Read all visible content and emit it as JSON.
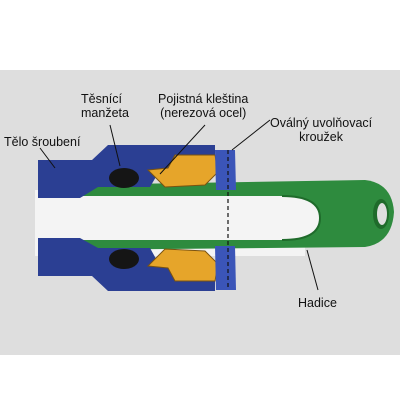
{
  "labels": {
    "body": "Tělo šroubení",
    "seal": [
      "Těsnící",
      "manžeta"
    ],
    "collet": [
      "Pojistná kleština",
      "(nerezová ocel)"
    ],
    "ring": [
      "Oválný uvolňovací",
      "kroužek"
    ],
    "hose": "Hadice"
  },
  "colors": {
    "panel": "#dedede",
    "body": "#2b3f93",
    "ring": "#3b55b8",
    "hose": "#2e8b3e",
    "hose_dark": "#1f6b2b",
    "collet": "#e6a52a",
    "seal": "#151515",
    "bore": "#f4f4f4"
  }
}
